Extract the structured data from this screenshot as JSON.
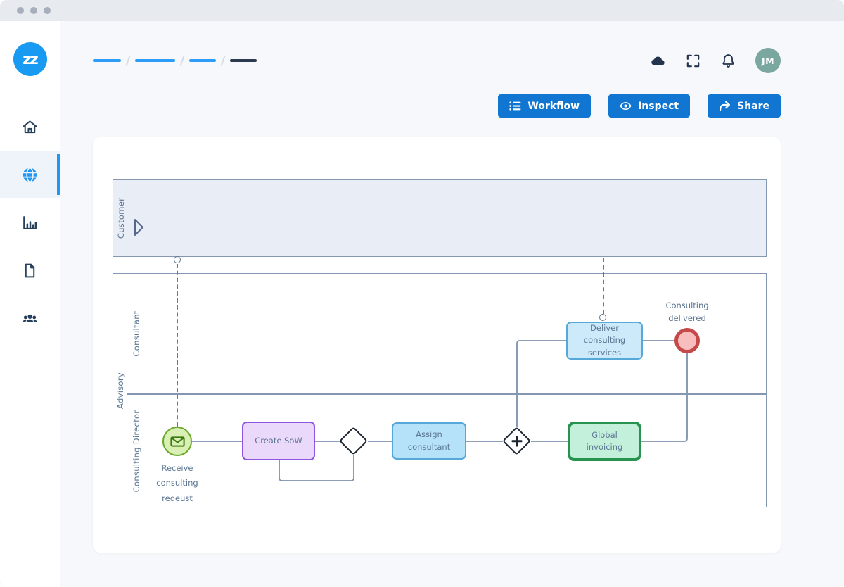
{
  "titlebar": {
    "controls": [
      "close",
      "minimize",
      "maximize"
    ]
  },
  "sidebar": {
    "logo_text": "zz",
    "items": [
      {
        "id": "home",
        "icon": "home-icon",
        "active": false
      },
      {
        "id": "workflows",
        "icon": "globe-icon",
        "active": true
      },
      {
        "id": "analytics",
        "icon": "bar-chart-icon",
        "active": false
      },
      {
        "id": "documents",
        "icon": "document-icon",
        "active": false
      },
      {
        "id": "team",
        "icon": "users-icon",
        "active": false
      }
    ]
  },
  "header": {
    "breadcrumb_skeleton_segments": 4,
    "icons": [
      "cloud-icon",
      "fullscreen-icon",
      "bell-icon"
    ],
    "avatar_initials": "JM"
  },
  "toolbar": {
    "workflow_label": "Workflow",
    "inspect_label": "Inspect",
    "share_label": "Share"
  },
  "diagram": {
    "pools": [
      {
        "label": "Customer",
        "type": "collapsed-pool"
      },
      {
        "label": "Advisory",
        "type": "pool",
        "lanes": [
          "Consultant",
          "Consulting Director"
        ]
      }
    ],
    "nodes": {
      "start_event": {
        "label": "Receive consulting reqeust",
        "type": "message-start-event"
      },
      "task_create_sow": {
        "label": "Create SoW",
        "type": "task"
      },
      "task_assign": {
        "label": "Assign consultant",
        "type": "task"
      },
      "task_deliver": {
        "label": "Deliver consulting services",
        "type": "task"
      },
      "task_invoicing": {
        "label": "Global invoicing",
        "type": "task"
      },
      "end_event": {
        "label": "Consulting delivered",
        "type": "end-event"
      },
      "gateway_exclusive": {
        "label": "",
        "type": "exclusive-gateway"
      },
      "gateway_parallel": {
        "label": "",
        "type": "parallel-gateway"
      }
    },
    "colors": {
      "accent_blue": "#1176d2",
      "active_icon_blue": "#2196f3",
      "breadcrumb_blue": "#2e9df7",
      "sidebar_icon_navy": "#27415c",
      "avatar_teal": "#7aa8a1",
      "pool_fill": "#e9edf5",
      "pool_border": "#8496b2",
      "start_fill": "#d9efb4",
      "start_border": "#6aa92c",
      "task_purple_fill": "#ead9fa",
      "task_purple_border": "#8e55e0",
      "task_blue_fill": "#b5e2f8",
      "task_blue_border": "#55a8d8",
      "task_green_fill": "#c3f0da",
      "task_green_border": "#27934f",
      "end_fill": "#f8bdbd",
      "end_border": "#c64949",
      "connector": "#7e91ad",
      "label_slate": "#5b7693"
    }
  }
}
